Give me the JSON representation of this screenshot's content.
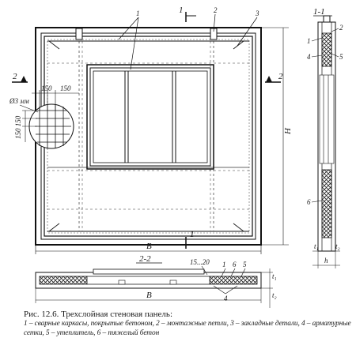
{
  "figure": {
    "section_1_1": "1-1",
    "section_2_2": "2-2",
    "cut_marker_1": "1",
    "cut_marker_2": "2",
    "callouts": {
      "c1": "1",
      "c2": "2",
      "c3": "3",
      "c4": "4",
      "c5": "5",
      "c6": "6"
    },
    "dims": {
      "mesh": "Ø3 мм",
      "d150_a": "150",
      "d150_b": "150",
      "d150_150": "150 150",
      "height": "H",
      "width": "B",
      "t1": "t₁",
      "t2": "t₂",
      "h": "h",
      "gap": "15...20"
    }
  },
  "caption": {
    "title": "Рис. 12.6. Трехслойная стеновая панель:",
    "legend": "1 – сварные каркасы, покрытые бетоном, 2 – монтажные петли, 3 – закладные детали, 4 – арматурные сетки, 5 – утеплитель, 6 – тяжелый бетон"
  }
}
